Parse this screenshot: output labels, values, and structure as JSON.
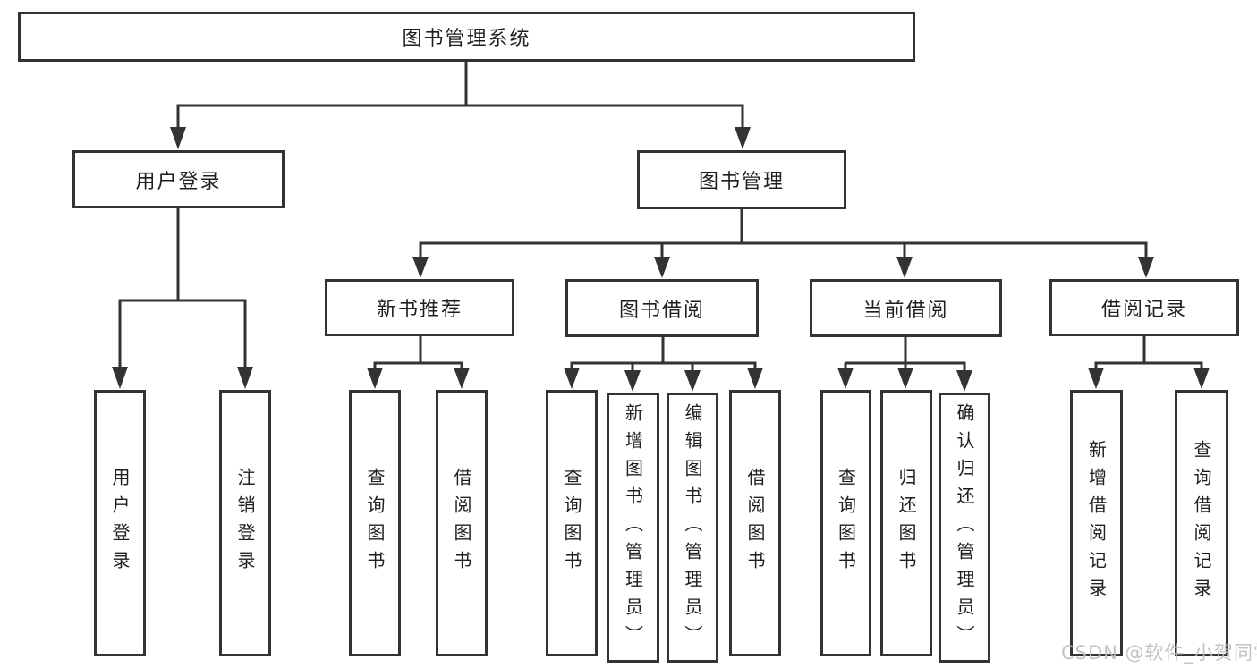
{
  "colors": {
    "line": "#333333",
    "text": "#1f1f1f",
    "watermark": "#c2c2c2",
    "background": "#ffffff"
  },
  "watermark": "CSDN @软件_小贺同学",
  "tree": {
    "label": "图书管理系统",
    "children": [
      {
        "label": "用户登录",
        "children": [
          {
            "label": "用户登录"
          },
          {
            "label": "注销登录"
          }
        ]
      },
      {
        "label": "图书管理",
        "children": [
          {
            "label": "新书推荐",
            "children": [
              {
                "label": "查询图书"
              },
              {
                "label": "借阅图书"
              }
            ]
          },
          {
            "label": "图书借阅",
            "children": [
              {
                "label": "查询图书"
              },
              {
                "label": "新增图书（管理员）"
              },
              {
                "label": "编辑图书（管理员）"
              },
              {
                "label": "借阅图书"
              }
            ]
          },
          {
            "label": "当前借阅",
            "children": [
              {
                "label": "查询图书"
              },
              {
                "label": "归还图书"
              },
              {
                "label": "确认归还（管理员）"
              }
            ]
          },
          {
            "label": "借阅记录",
            "children": [
              {
                "label": "新增借阅记录"
              },
              {
                "label": "查询借阅记录"
              }
            ]
          }
        ]
      }
    ]
  }
}
